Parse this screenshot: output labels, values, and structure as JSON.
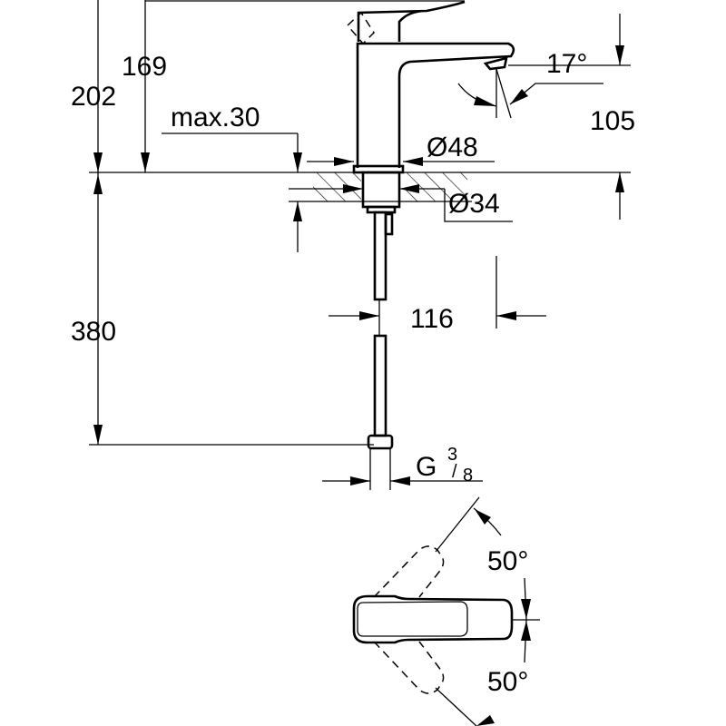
{
  "drawing": {
    "dimensions": {
      "height_total": "202",
      "height_spout_top": "169",
      "max_deck": "max.30",
      "spout_angle": "17°",
      "spout_outlet_height": "105",
      "base_diameter": "Ø48",
      "hole_diameter": "Ø34",
      "hose_length": "380",
      "spout_reach": "116",
      "connection_thread": "G",
      "connection_numerator": "3",
      "connection_denominator": "8",
      "lever_rotation_up": "50°",
      "lever_rotation_down": "50°"
    }
  }
}
